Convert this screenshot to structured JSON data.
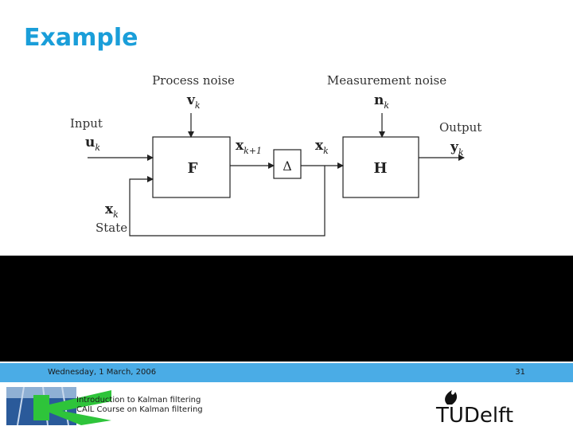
{
  "slide": {
    "title": "Example"
  },
  "diagram": {
    "process_noise_label": "Process noise",
    "process_noise_symbol": "v",
    "process_noise_subscript": "k",
    "measurement_noise_label": "Measurement noise",
    "measurement_noise_symbol": "n",
    "measurement_noise_subscript": "k",
    "input_label": "Input",
    "input_symbol": "u",
    "input_subscript": "k",
    "output_label": "Output",
    "output_symbol": "y",
    "output_subscript": "k",
    "state_label": "State",
    "state_symbol": "x",
    "state_subscript": "k",
    "next_state_symbol": "x",
    "next_state_subscript": "k+1",
    "current_state_symbol": "x",
    "current_state_subscript": "k",
    "block_f_label": "F",
    "block_delay_label": "Δ",
    "block_h_label": "H"
  },
  "footer": {
    "date": "Wednesday, 1 March, 2006",
    "page_number": "31",
    "line1": "Introduction to Kalman filtering",
    "line2": "CAIL Course on Kalman filtering",
    "logo_text": "TUDelft"
  },
  "colors": {
    "title": "#1a9ed9",
    "footer_bar": "#4aace6",
    "logo_green": "#2ec43a",
    "logo_blue": "#1a4d8f"
  }
}
